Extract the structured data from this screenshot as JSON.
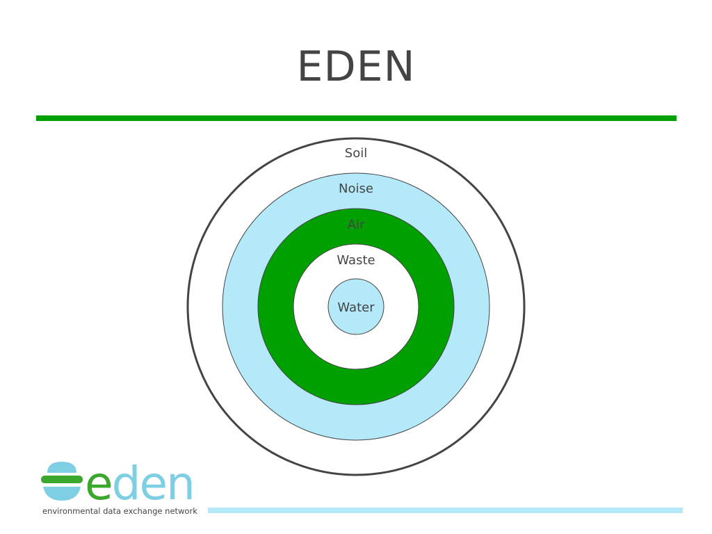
{
  "slide": {
    "title": "EDEN"
  },
  "diagram": {
    "rings": [
      {
        "name": "Soil",
        "fill": "#ffffff"
      },
      {
        "name": "Noise",
        "fill": "#b3e9f9"
      },
      {
        "name": "Air",
        "fill": "#00a000"
      },
      {
        "name": "Waste",
        "fill": "#ffffff"
      },
      {
        "name": "Water",
        "fill": "#b3e9f9"
      }
    ]
  },
  "logo": {
    "word": "eden",
    "tagline": "environmental data exchange network"
  },
  "colors": {
    "accent_green": "#00a000",
    "accent_blue": "#b3e9f9",
    "logo_green": "#3ca72d",
    "logo_blue": "#7ecfe3",
    "text_gray": "#444444",
    "outline": "#444444"
  }
}
